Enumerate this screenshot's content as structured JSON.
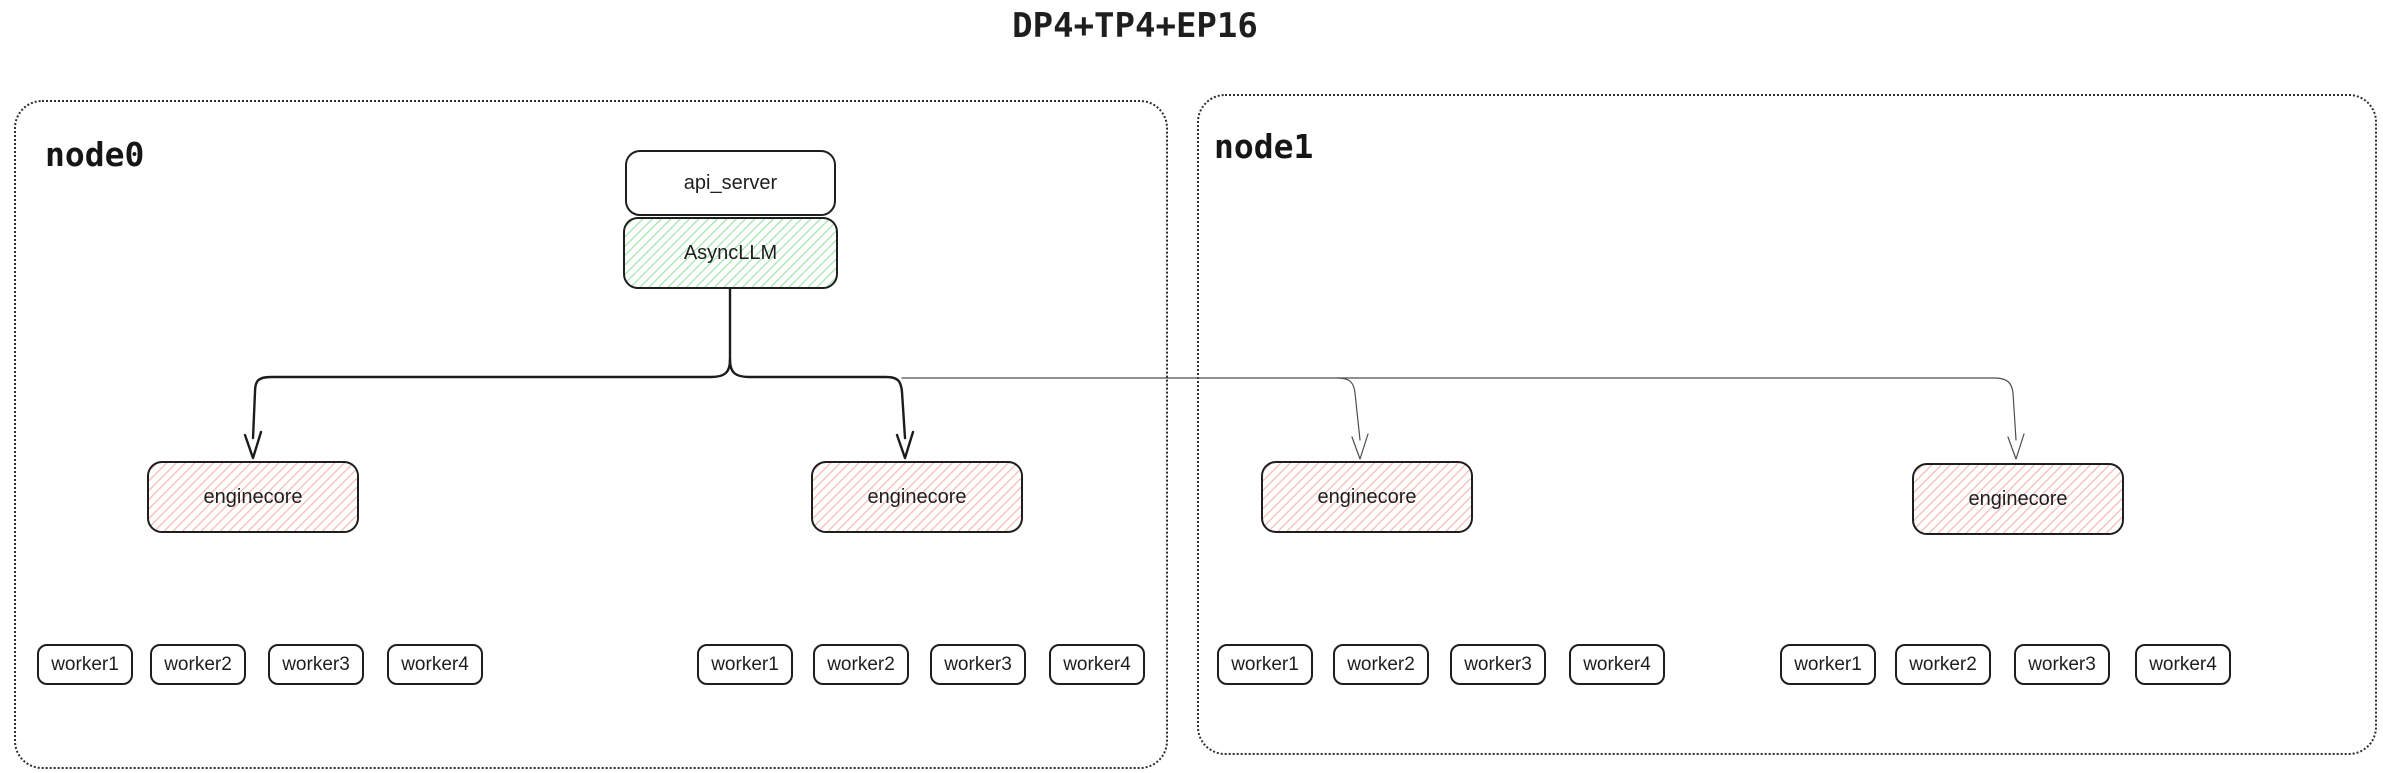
{
  "title": "DP4+TP4+EP16",
  "nodes": [
    {
      "label": "node0",
      "api_server_label": "api_server",
      "async_llm_label": "AsyncLLM",
      "enginecores": [
        "enginecore",
        "enginecore"
      ],
      "worker_groups": [
        [
          "worker1",
          "worker2",
          "worker3",
          "worker4"
        ],
        [
          "worker1",
          "worker2",
          "worker3",
          "worker4"
        ]
      ]
    },
    {
      "label": "node1",
      "enginecores": [
        "enginecore",
        "enginecore"
      ],
      "worker_groups": [
        [
          "worker1",
          "worker2",
          "worker3",
          "worker4"
        ],
        [
          "worker1",
          "worker2",
          "worker3",
          "worker4"
        ]
      ]
    }
  ],
  "colors": {
    "background": "#ffffff",
    "thick_line": "#1c1c1c",
    "thin_line": "#4d4d4d",
    "box_border": "#1e1e1e",
    "node_border": "#2e2e2e",
    "async_llm_hatch": "#aee8b8",
    "enginecore_hatch": "#f6c3bd",
    "text": "#1e1e1e"
  }
}
